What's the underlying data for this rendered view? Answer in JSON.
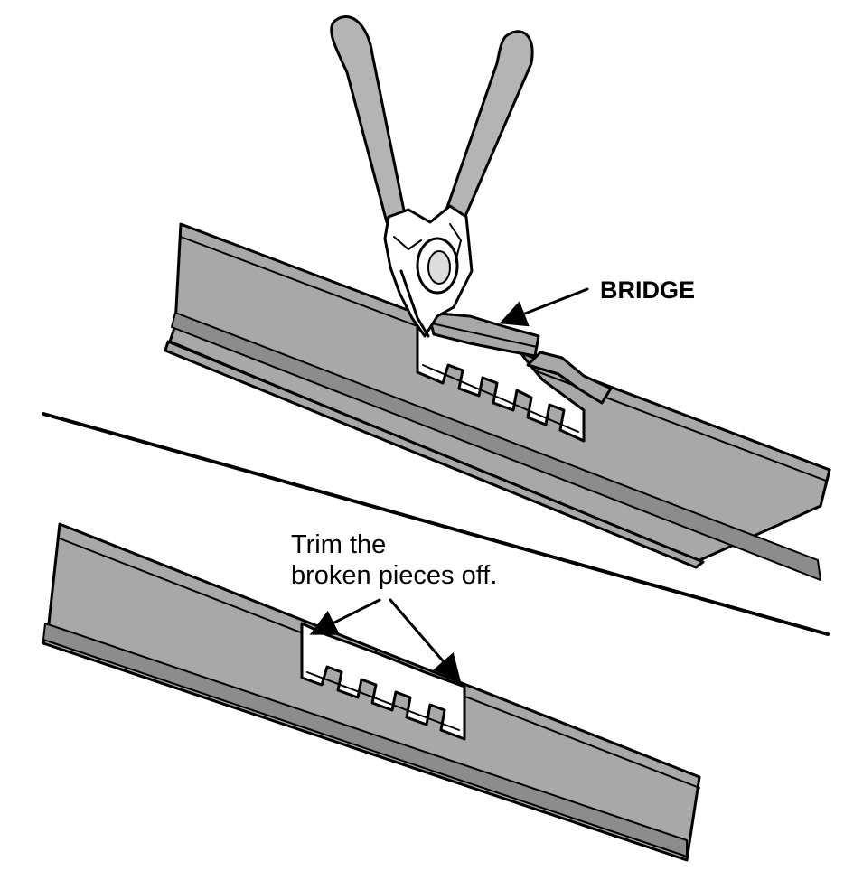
{
  "labels": {
    "bridge": "BRIDGE",
    "trim_line1": "Trim the",
    "trim_line2": "broken pieces off."
  },
  "colors": {
    "metal": "#a8a8a8",
    "metal_dark": "#8c8c8c",
    "handle": "#b4b4b4",
    "ink": "#000000",
    "background": "#ffffff"
  },
  "icons": {
    "tool": "side-cutting-pliers-icon",
    "arrows": "pointer-arrow-icon"
  }
}
